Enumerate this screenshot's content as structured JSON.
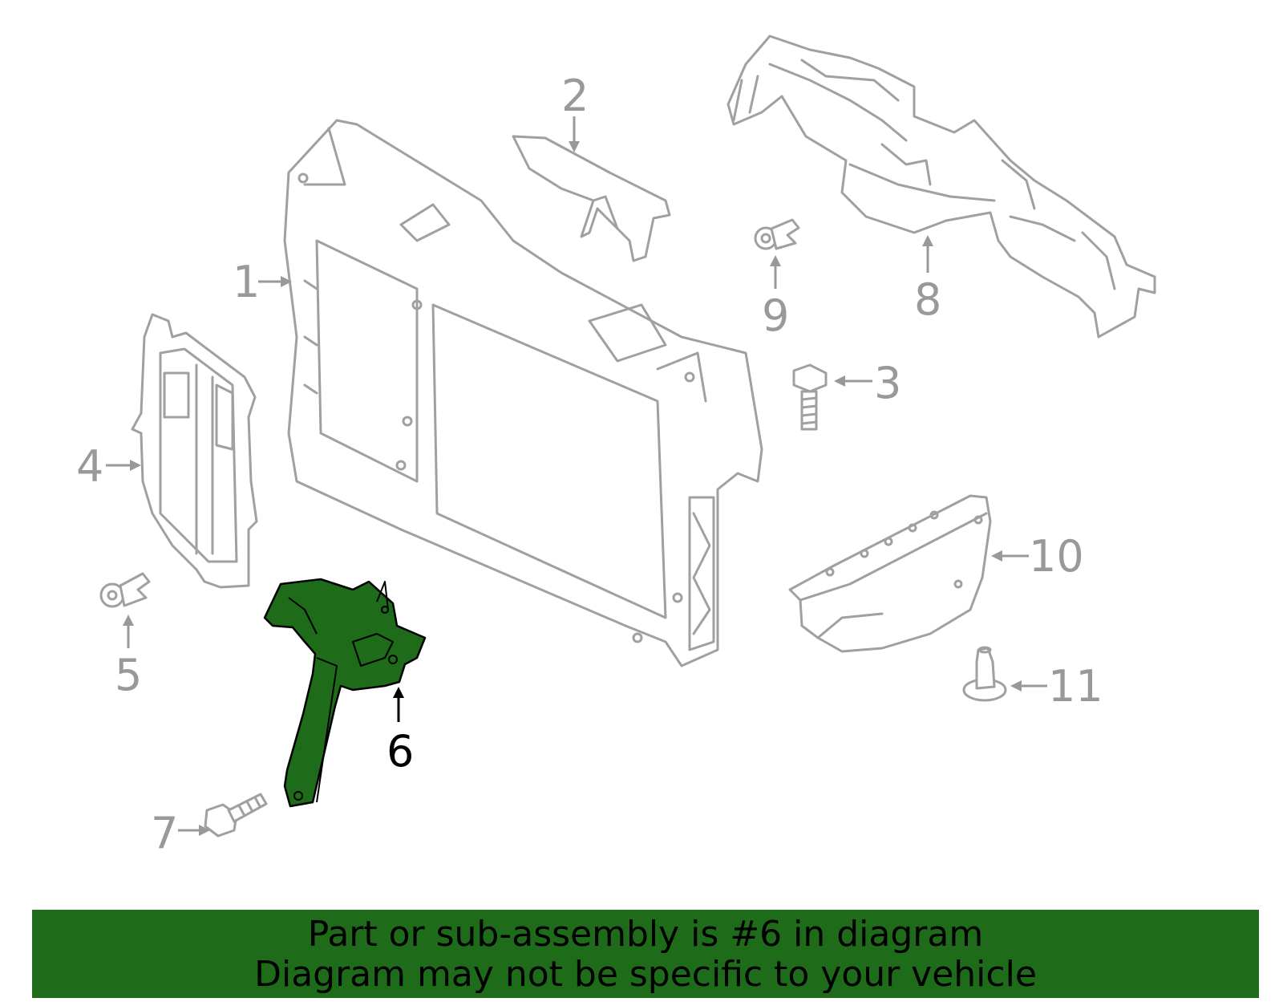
{
  "diagram": {
    "highlighted_part": "6",
    "callouts": [
      {
        "id": "1",
        "label": "1"
      },
      {
        "id": "2",
        "label": "2"
      },
      {
        "id": "3",
        "label": "3"
      },
      {
        "id": "4",
        "label": "4"
      },
      {
        "id": "5",
        "label": "5"
      },
      {
        "id": "6",
        "label": "6"
      },
      {
        "id": "7",
        "label": "7"
      },
      {
        "id": "8",
        "label": "8"
      },
      {
        "id": "9",
        "label": "9"
      },
      {
        "id": "10",
        "label": "10"
      },
      {
        "id": "11",
        "label": "11"
      }
    ],
    "colors": {
      "highlight": "#1e6b1a",
      "part_outline": "#a0a0a0",
      "label_gray": "#999999"
    }
  },
  "banner": {
    "line1": "Part or sub-assembly is #6 in diagram",
    "line2": "Diagram may not be specific to your vehicle"
  }
}
